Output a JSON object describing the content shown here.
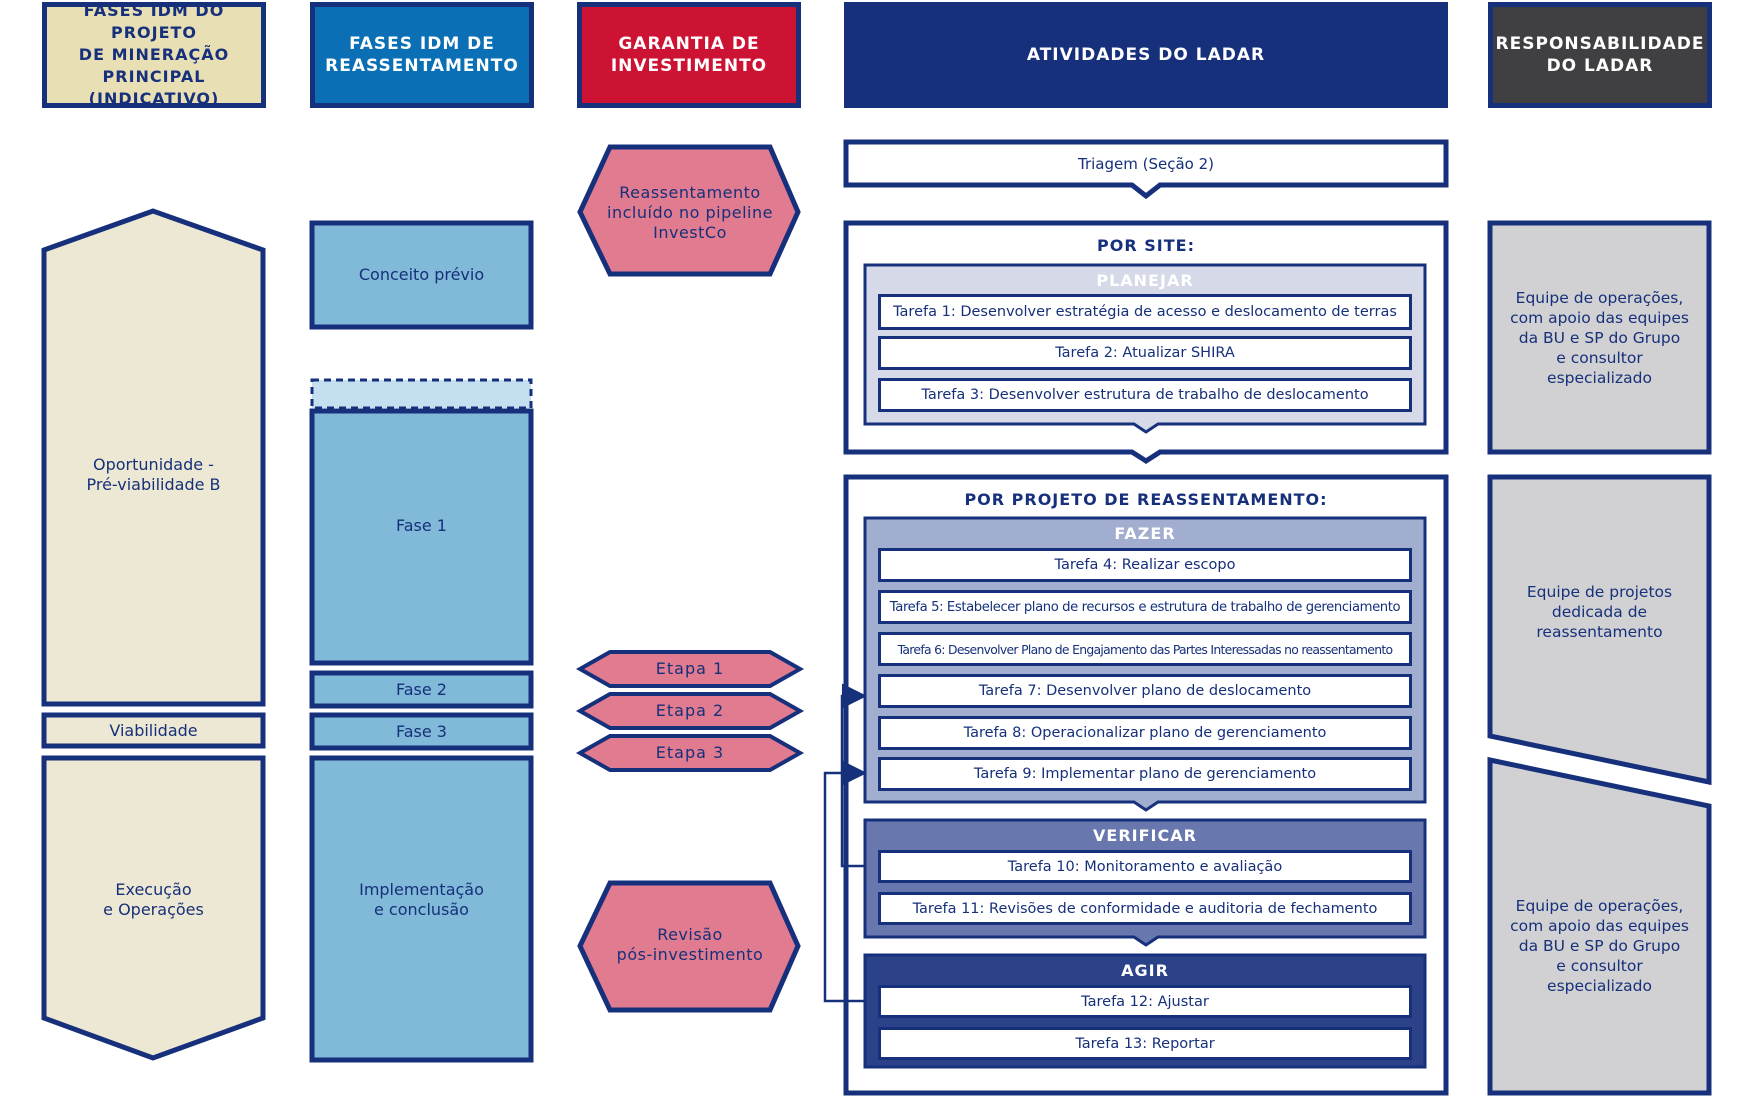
{
  "colors": {
    "navy": "#17307c",
    "light_blue": "#81b9d8",
    "pale_blue": "#c4dff0",
    "beige": "#ede8d3",
    "header_beige": "#e9dfb5",
    "header_blue": "#0a6fb5",
    "header_red": "#cc1333",
    "header_gray": "#404042",
    "pink": "#e07b90",
    "gray_box": "#d1d1d3",
    "planejar": "#d5d9e8",
    "fazer": "#a2aecf",
    "verificar": "#6878ae",
    "agir": "#2b4289"
  },
  "headers": {
    "col1": "FASES IDM DO PROJETO\nDE MINERAÇÃO\nPRINCIPAL\n(INDICATIVO)",
    "col2": "FASES IDM DE\nREASSENTAMENTO",
    "col3": "GARANTIA DE\nINVESTIMENTO",
    "col4": "ATIVIDADES DO LADAR",
    "col5": "RESPONSABILIDADE\nDO LADAR"
  },
  "mining_phases": {
    "opportunity": "Oportunidade -\nPré-viabilidade B",
    "feasibility": "Viabilidade",
    "execution": "Execução\ne Operações"
  },
  "resettlement_phases": {
    "concept": "Conceito prévio",
    "phase1": "Fase 1",
    "phase2": "Fase 2",
    "phase3": "Fase 3",
    "implementation": "Implementação\ne conclusão"
  },
  "investment": {
    "pipeline": "Reassentamento\nincluído no pipeline\nInvestCo",
    "stage1": "Etapa 1",
    "stage2": "Etapa 2",
    "stage3": "Etapa 3",
    "review": "Revisão\npós-investimento"
  },
  "activities": {
    "screening": "Triagem (Seção 2)",
    "per_site": {
      "title": "POR SITE:",
      "plan_label": "PLANEJAR",
      "tasks": [
        "Tarefa 1: Desenvolver estratégia de acesso e deslocamento de terras",
        "Tarefa 2: Atualizar SHIRA",
        "Tarefa 3: Desenvolver estrutura de trabalho de deslocamento"
      ]
    },
    "per_project": {
      "title": "POR PROJETO DE REASSENTAMENTO:",
      "do_label": "FAZER",
      "do_tasks": [
        "Tarefa 4: Realizar escopo",
        "Tarefa 5: Estabelecer plano de recursos e estrutura de trabalho de gerenciamento",
        "Tarefa 6: Desenvolver Plano de Engajamento das Partes Interessadas no reassentamento",
        "Tarefa 7: Desenvolver plano de deslocamento",
        "Tarefa 8: Operacionalizar plano de gerenciamento",
        "Tarefa 9: Implementar plano de gerenciamento"
      ],
      "check_label": "VERIFICAR",
      "check_tasks": [
        "Tarefa 10: Monitoramento e avaliação",
        "Tarefa 11: Revisões de conformidade e auditoria de fechamento"
      ],
      "act_label": "AGIR",
      "act_tasks": [
        "Tarefa 12: Ajustar",
        "Tarefa 13: Reportar"
      ]
    }
  },
  "responsibility": {
    "ops1": "Equipe de operações,\ncom apoio das equipes\nda BU e SP do Grupo\ne consultor\nespecializado",
    "projects": "Equipe de projetos\ndedicada de\nreassentamento",
    "ops2": "Equipe de operações,\ncom apoio das equipes\nda BU e SP do Grupo\ne consultor\nespecializado"
  }
}
